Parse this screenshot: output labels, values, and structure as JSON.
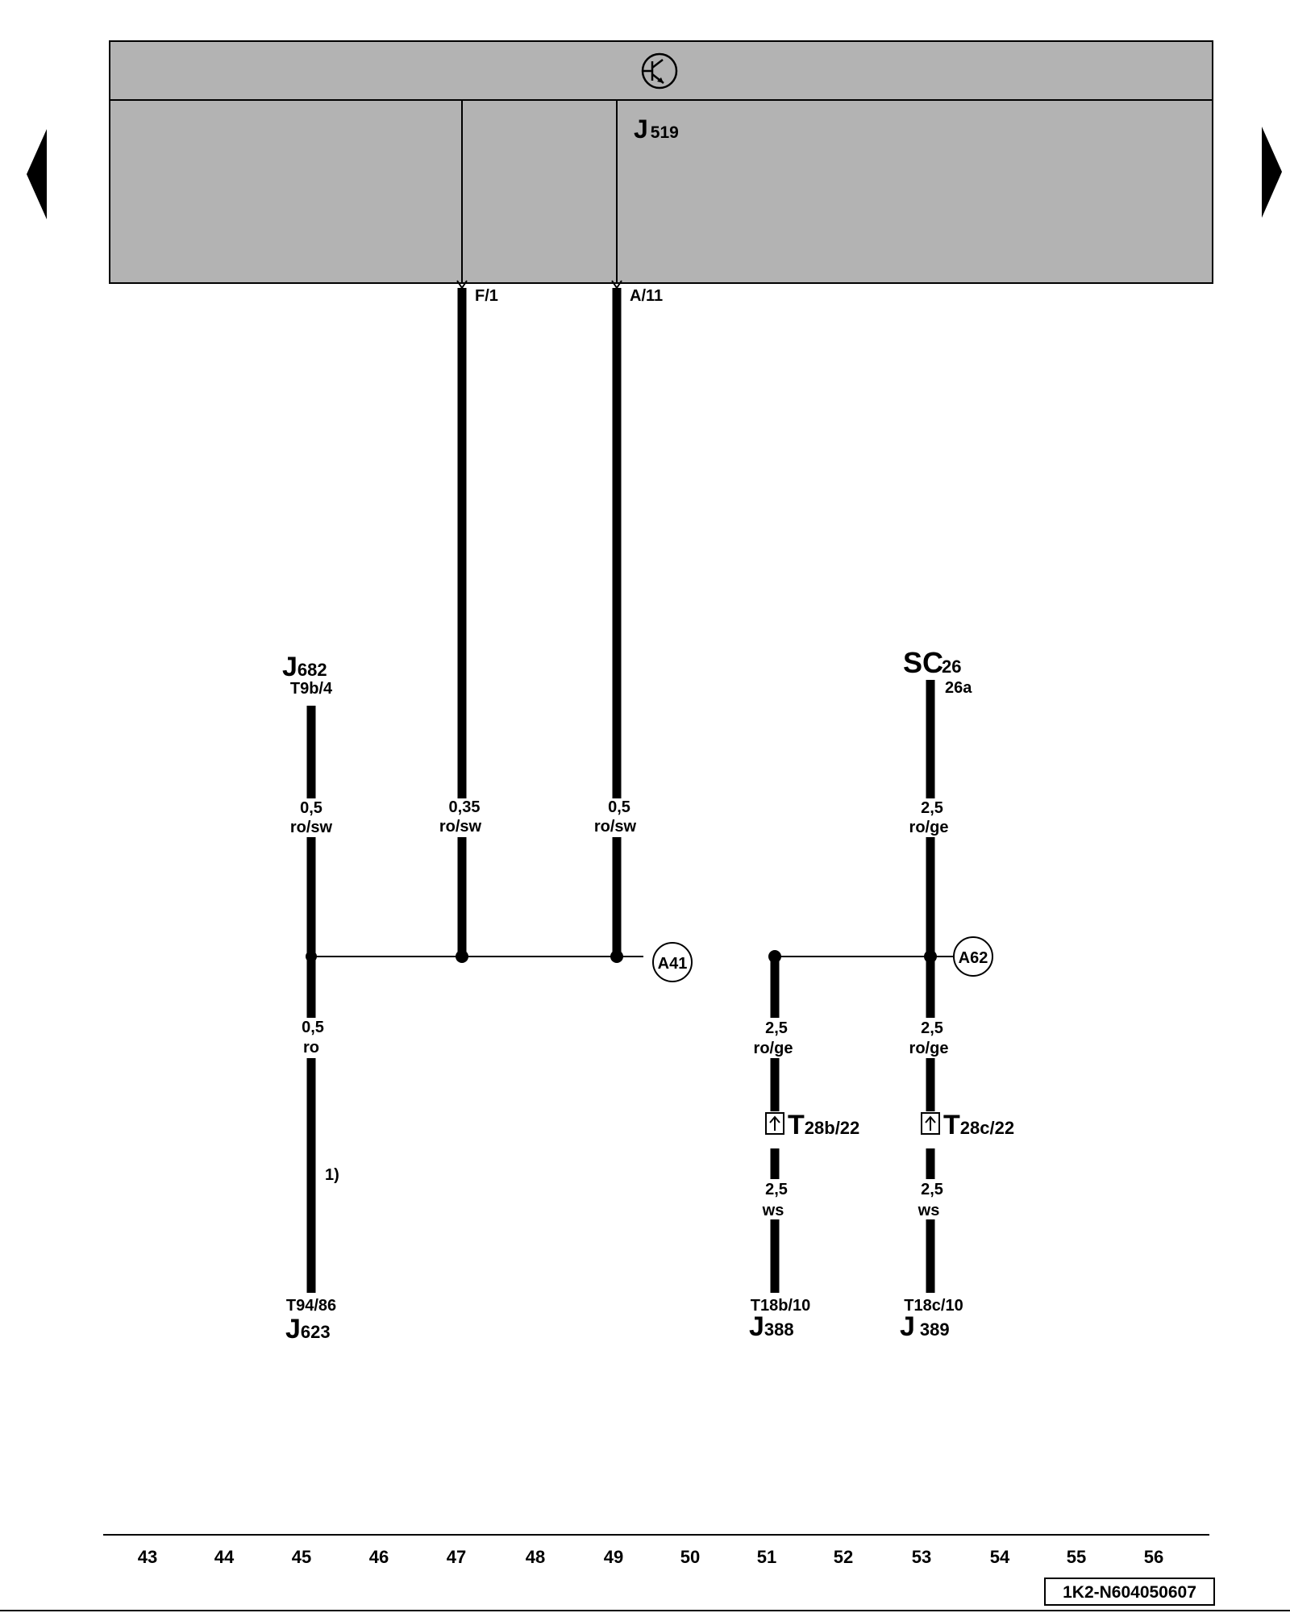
{
  "control_unit": {
    "symbol": "J",
    "sub": "519"
  },
  "pins": [
    {
      "label": "F/1"
    },
    {
      "label": "A/11"
    }
  ],
  "wires": [
    {
      "size": "0,5",
      "color": "ro/sw"
    },
    {
      "size": "0,35",
      "color": "ro/sw"
    },
    {
      "size": "0,5",
      "color": "ro/sw"
    },
    {
      "size": "2,5",
      "color": "ro/ge"
    },
    {
      "size": "0,5",
      "color": "ro"
    },
    {
      "size": "2,5",
      "color": "ro/ge"
    },
    {
      "size": "2,5",
      "color": "ro/ge"
    },
    {
      "size": "2,5",
      "color": "ws"
    },
    {
      "size": "2,5",
      "color": "ws"
    }
  ],
  "components": {
    "j682": {
      "symbol": "J",
      "sub": "682",
      "pin": "T9b/4"
    },
    "sc26": {
      "symbol": "SC",
      "sub": "26",
      "pin": "26a"
    },
    "j623": {
      "symbol": "J",
      "sub": "623",
      "pin": "T94/86"
    },
    "j388": {
      "symbol": "J",
      "sub": "388",
      "pin": "T18b/10"
    },
    "j389": {
      "symbol": "J",
      "sub": "389",
      "pin": "T18c/10"
    }
  },
  "connectors": [
    {
      "letter": "T",
      "sub": "28b/22"
    },
    {
      "letter": "T",
      "sub": "28c/22"
    }
  ],
  "splices": [
    {
      "label": "A41"
    },
    {
      "label": "A62"
    }
  ],
  "footnote": "1)",
  "ruler": [
    "43",
    "44",
    "45",
    "46",
    "47",
    "48",
    "49",
    "50",
    "51",
    "52",
    "53",
    "54",
    "55",
    "56"
  ],
  "doc_code": "1K2-N604050607",
  "icons": {
    "module": "transistor-icon",
    "prev": "triangle-left-icon",
    "next": "triangle-right-icon",
    "connector": "plug-connector-icon"
  },
  "colors": {
    "module_fill": "#b3b3b3",
    "line": "#000000",
    "background": "#ffffff"
  }
}
